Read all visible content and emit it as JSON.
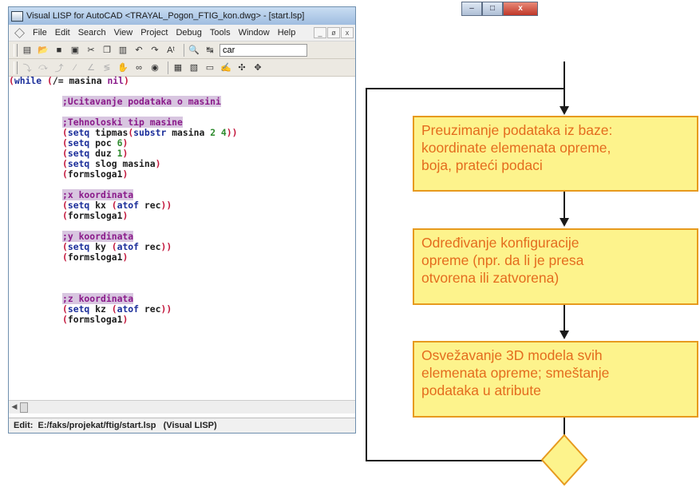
{
  "window": {
    "title": "Visual LISP for AutoCAD <TRAYAL_Pogon_FTIG_kon.dwg> - [start.lsp]",
    "controls": {
      "minimize": "–",
      "maximize": "□",
      "close": "x"
    }
  },
  "menubar": {
    "items": [
      "File",
      "Edit",
      "Search",
      "View",
      "Project",
      "Debug",
      "Tools",
      "Window",
      "Help"
    ],
    "mdi": {
      "minimize": "_",
      "restore": "ø",
      "close": "x"
    }
  },
  "toolbar": {
    "search_value": "car"
  },
  "code": {
    "lines": [
      [
        [
          "(",
          "paren"
        ],
        [
          "while ",
          "kw"
        ],
        [
          "(",
          "paren"
        ],
        [
          "/= masina ",
          ""
        ],
        [
          "nil",
          "nilc"
        ],
        [
          ")",
          "paren"
        ]
      ],
      [],
      [
        [
          "ind",
          "ind"
        ],
        [
          ";Ucitavanje podataka o masini",
          "cmt"
        ]
      ],
      [],
      [
        [
          "ind",
          "ind"
        ],
        [
          ";Tehnoloski tip masine",
          "cmt"
        ]
      ],
      [
        [
          "ind",
          "ind"
        ],
        [
          "(",
          "paren"
        ],
        [
          "setq ",
          "kw"
        ],
        [
          "tipmas",
          ""
        ],
        [
          "(",
          "paren"
        ],
        [
          "substr ",
          "fn"
        ],
        [
          "masina ",
          ""
        ],
        [
          "2 4",
          "num"
        ],
        [
          "))",
          "paren"
        ]
      ],
      [
        [
          "ind",
          "ind"
        ],
        [
          "(",
          "paren"
        ],
        [
          "setq ",
          "kw"
        ],
        [
          "poc ",
          ""
        ],
        [
          "6",
          "num"
        ],
        [
          ")",
          "paren"
        ]
      ],
      [
        [
          "ind",
          "ind"
        ],
        [
          "(",
          "paren"
        ],
        [
          "setq ",
          "kw"
        ],
        [
          "duz ",
          ""
        ],
        [
          "1",
          "num"
        ],
        [
          ")",
          "paren"
        ]
      ],
      [
        [
          "ind",
          "ind"
        ],
        [
          "(",
          "paren"
        ],
        [
          "setq ",
          "kw"
        ],
        [
          "slog masina",
          ""
        ],
        [
          ")",
          "paren"
        ]
      ],
      [
        [
          "ind",
          "ind"
        ],
        [
          "(",
          "paren"
        ],
        [
          "formsloga1",
          ""
        ],
        [
          ")",
          "paren"
        ]
      ],
      [],
      [
        [
          "ind",
          "ind"
        ],
        [
          ";x koordinata",
          "cmt"
        ]
      ],
      [
        [
          "ind",
          "ind"
        ],
        [
          "(",
          "paren"
        ],
        [
          "setq ",
          "kw"
        ],
        [
          "kx ",
          ""
        ],
        [
          "(",
          "paren"
        ],
        [
          "atof ",
          "fn"
        ],
        [
          "rec",
          ""
        ],
        [
          "))",
          "paren"
        ]
      ],
      [
        [
          "ind",
          "ind"
        ],
        [
          "(",
          "paren"
        ],
        [
          "formsloga1",
          ""
        ],
        [
          ")",
          "paren"
        ]
      ],
      [],
      [
        [
          "ind",
          "ind"
        ],
        [
          ";y koordinata",
          "cmt"
        ]
      ],
      [
        [
          "ind",
          "ind"
        ],
        [
          "(",
          "paren"
        ],
        [
          "setq ",
          "kw"
        ],
        [
          "ky ",
          ""
        ],
        [
          "(",
          "paren"
        ],
        [
          "atof ",
          "fn"
        ],
        [
          "rec",
          ""
        ],
        [
          "))",
          "paren"
        ]
      ],
      [
        [
          "ind",
          "ind"
        ],
        [
          "(",
          "paren"
        ],
        [
          "formsloga1",
          ""
        ],
        [
          ")",
          "paren"
        ]
      ],
      [],
      [],
      [],
      [
        [
          "ind",
          "ind"
        ],
        [
          ";z koordinata",
          "cmt"
        ]
      ],
      [
        [
          "ind",
          "ind"
        ],
        [
          "(",
          "paren"
        ],
        [
          "setq ",
          "kw"
        ],
        [
          "kz ",
          ""
        ],
        [
          "(",
          "paren"
        ],
        [
          "atof ",
          "fn"
        ],
        [
          "rec",
          ""
        ],
        [
          "))",
          "paren"
        ]
      ],
      [
        [
          "ind",
          "ind"
        ],
        [
          "(",
          "paren"
        ],
        [
          "formsloga1",
          ""
        ],
        [
          ")",
          "paren"
        ]
      ]
    ]
  },
  "status": {
    "text": "Edit:  E:/faks/projekat/ftig/start.lsp   (Visual LISP)"
  },
  "flowchart": {
    "steps": [
      {
        "lines": [
          "Preuzimanje podataka iz baze:",
          "koordinate elemenata opreme,",
          "boja, prateći podaci"
        ]
      },
      {
        "lines": [
          "Određivanje konfiguracije",
          "opreme (npr. da li je presa",
          "otvorena ili zatvorena)"
        ]
      },
      {
        "lines": [
          "Osvežavanje 3D modela svih",
          "elemenata opreme; smeštanje",
          "podataka u atribute"
        ]
      }
    ],
    "colors": {
      "box_fill": "#fdf38c",
      "box_border": "#e79a1e",
      "text": "#e46c1e",
      "lines": "#1a1a1a"
    }
  }
}
